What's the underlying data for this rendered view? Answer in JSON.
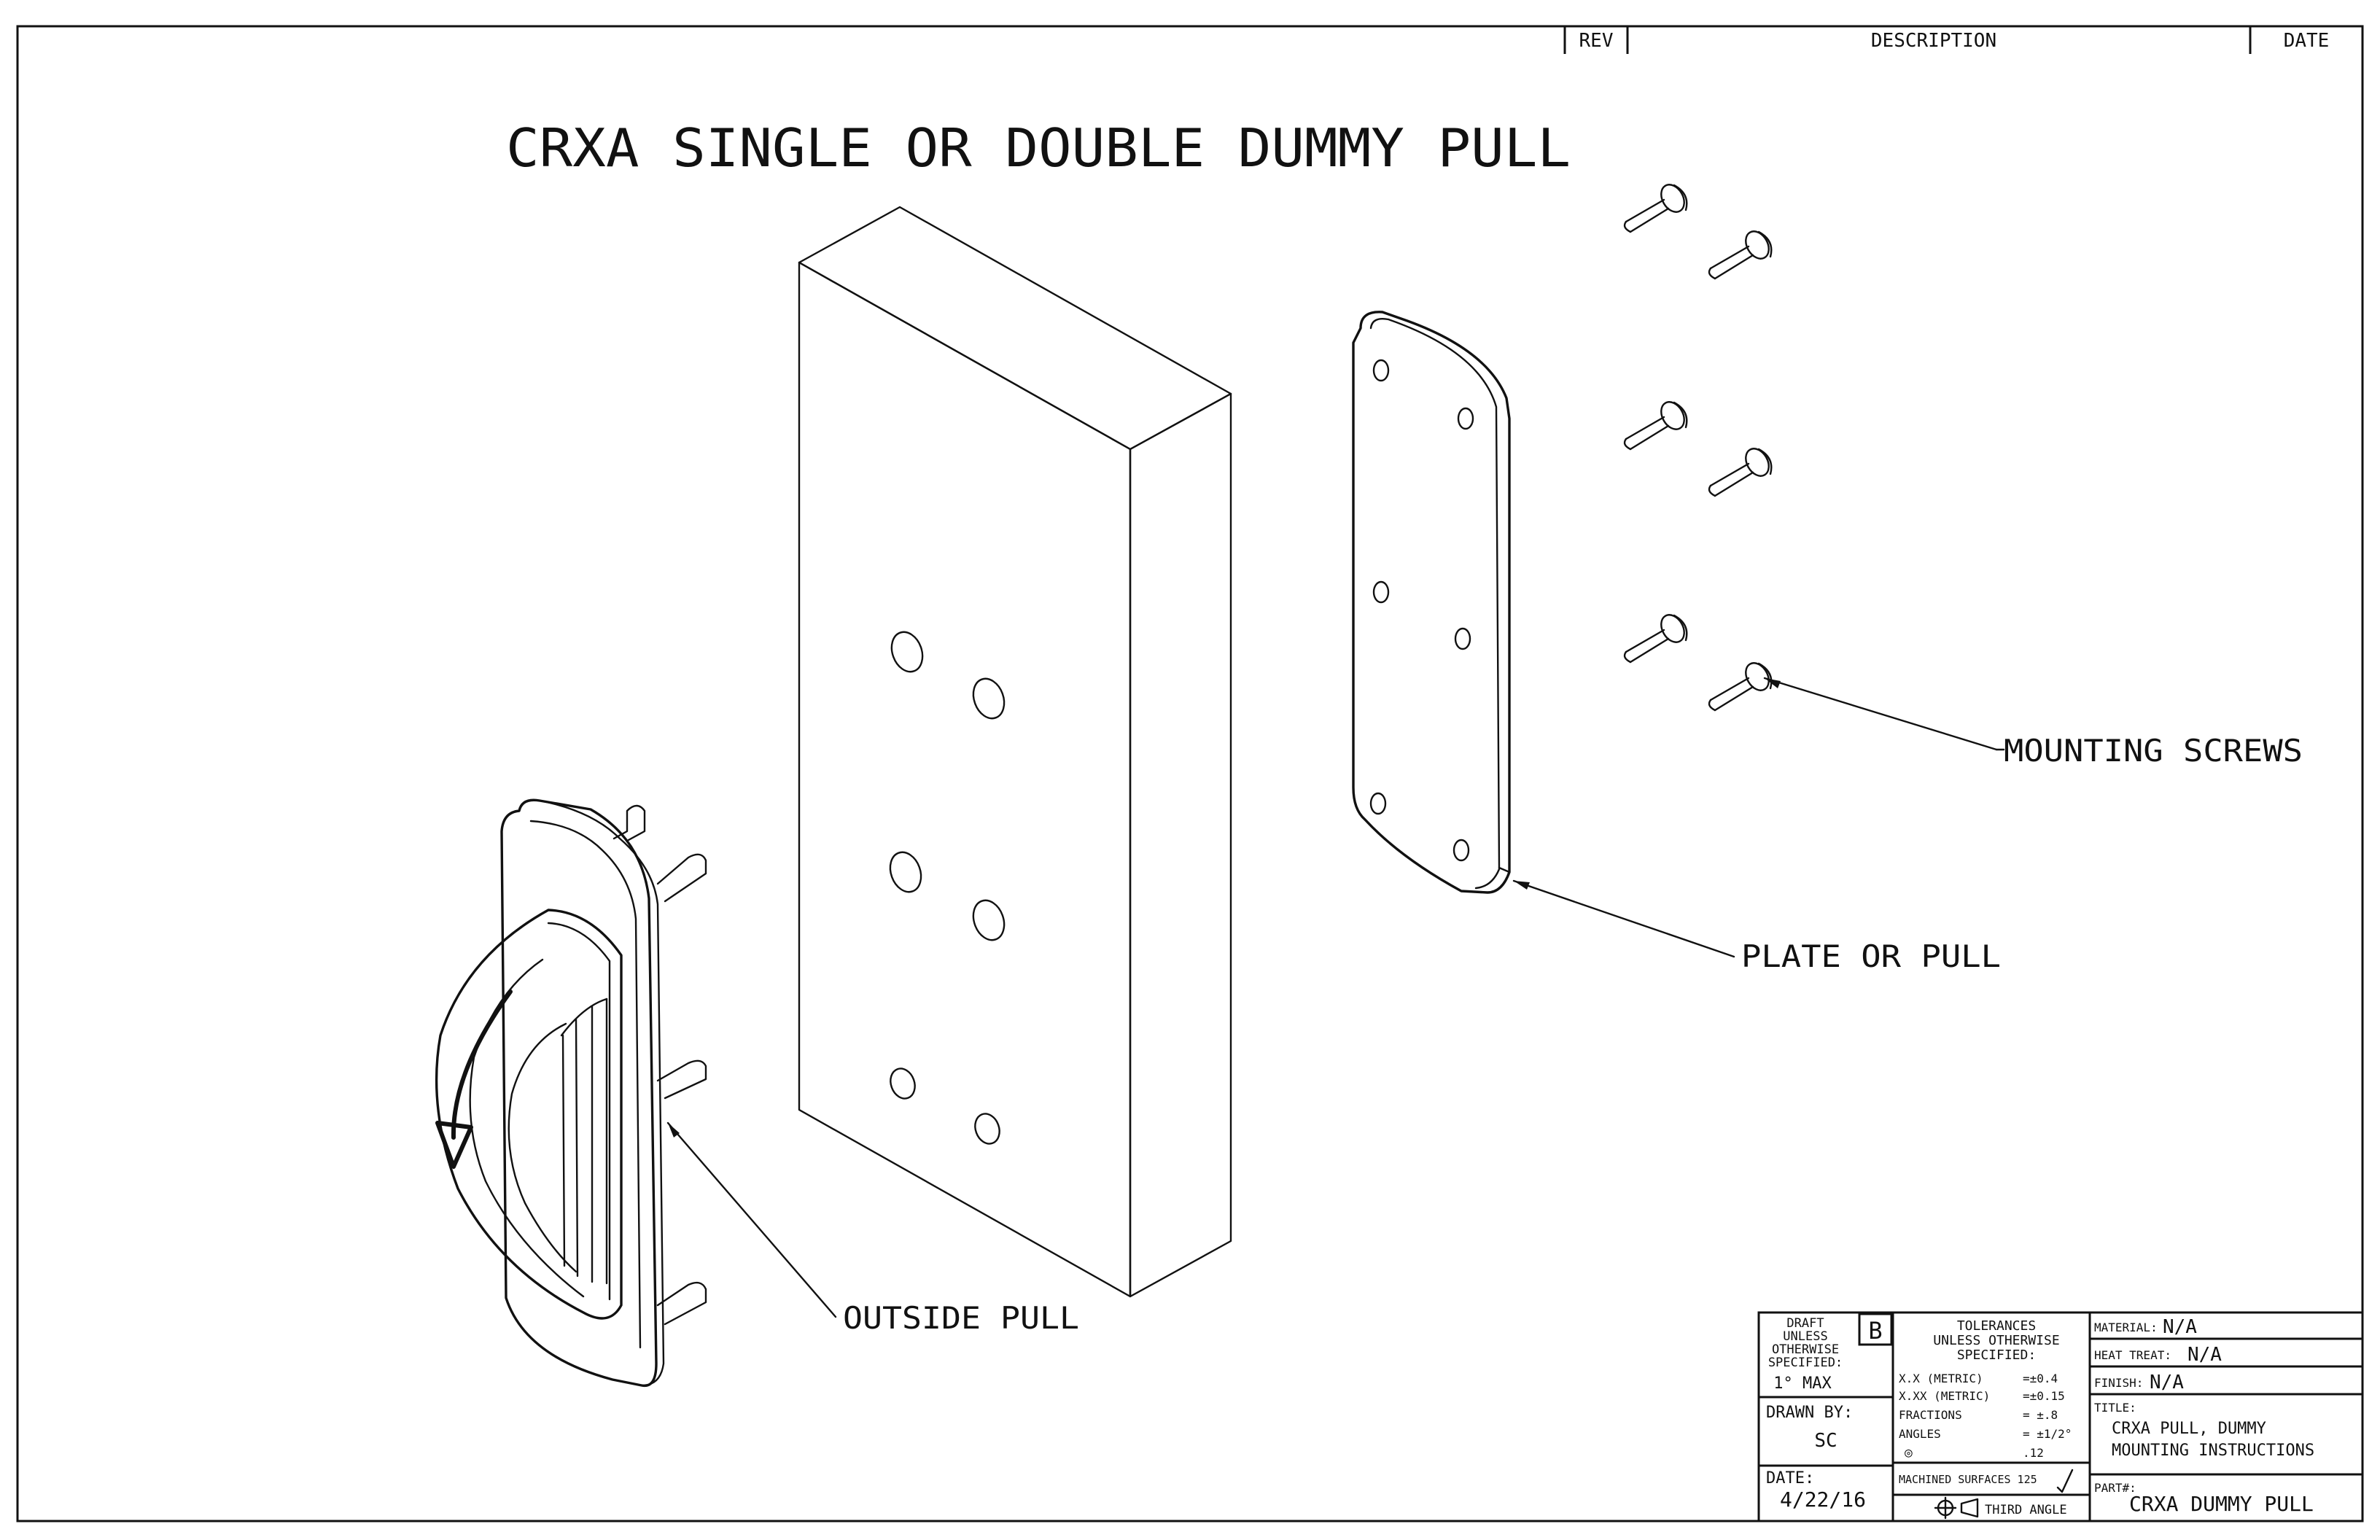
{
  "drawing": {
    "title": "CRXA SINGLE OR DOUBLE DUMMY PULL"
  },
  "revision_block": {
    "rev_header": "REV",
    "description_header": "DESCRIPTION",
    "date_header": "DATE"
  },
  "callouts": {
    "mounting_screws": "MOUNTING SCREWS",
    "plate_or_pull": "PLATE OR PULL",
    "outside_pull": "OUTSIDE PULL"
  },
  "title_block": {
    "draft": [
      "DRAFT",
      "UNLESS",
      "OTHERWISE",
      "SPECIFIED:"
    ],
    "draft_value": "1° MAX",
    "revision_letter": "B",
    "drawn_by_label": "DRAWN BY:",
    "drawn_by_value": "SC",
    "date_label": "DATE:",
    "date_value": "4/22/16",
    "tolerances_heading": [
      "TOLERANCES",
      "UNLESS OTHERWISE",
      "SPECIFIED:"
    ],
    "tolerances": [
      {
        "label": "X.X  (METRIC)",
        "value": "=±0.4"
      },
      {
        "label": "X.XX (METRIC)",
        "value": "=±0.15"
      },
      {
        "label": "FRACTIONS",
        "value": "= ±.8"
      },
      {
        "label": "ANGLES",
        "value": "= ±1/2°"
      },
      {
        "label": "◎",
        "value": ".12"
      }
    ],
    "machined_surfaces": "MACHINED SURFACES 125",
    "projection": "THIRD ANGLE",
    "material_label": "MATERIAL:",
    "material_value": "N/A",
    "heat_treat_label": "HEAT TREAT:",
    "heat_treat_value": "N/A",
    "finish_label": "FINISH:",
    "finish_value": "N/A",
    "title_label": "TITLE:",
    "title_lines": [
      "CRXA PULL, DUMMY",
      "MOUNTING INSTRUCTIONS"
    ],
    "part_label": "PART#:",
    "part_value": "CRXA DUMMY PULL"
  }
}
